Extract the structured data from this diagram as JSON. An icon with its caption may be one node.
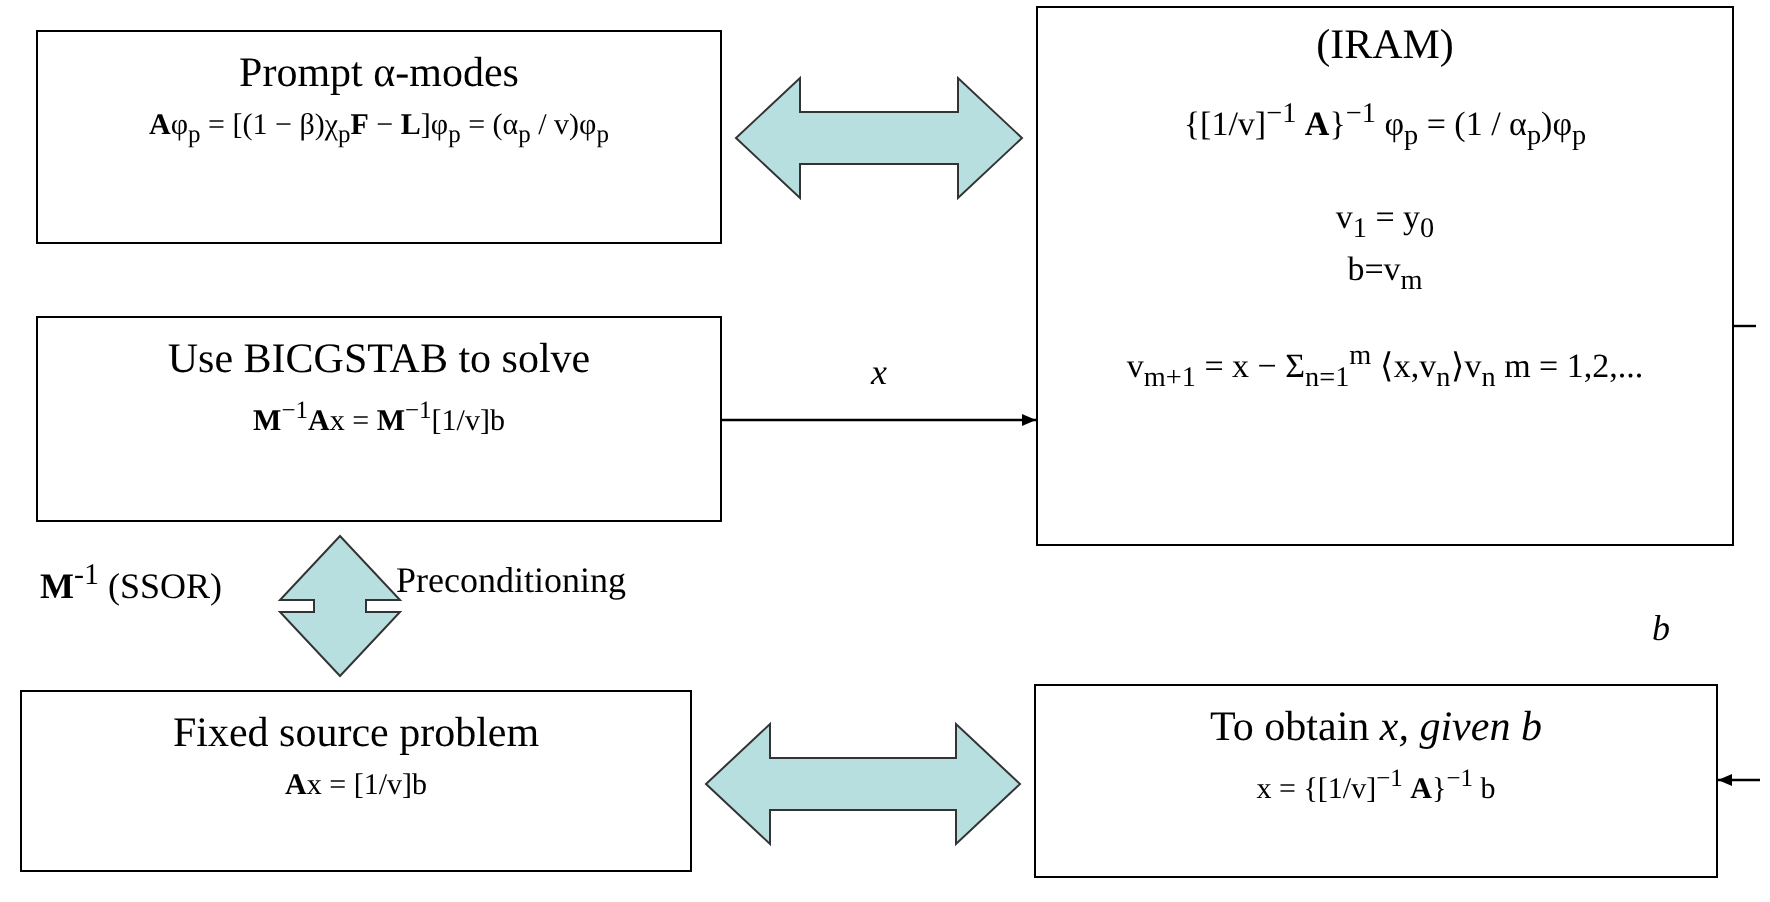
{
  "diagram": {
    "nodes": [
      {
        "text": [
          "Prompt α-modes",
          "**A**φ$_{p}$ = [(1 − β)χ$_{p}$**F** − **L**]φ$_{p}$ = (α$_{p}$ / v)φ$_{p}$"
        ]
      },
      {
        "text": [
          "(IRAM)",
          "{[1/v]$^{−1}$ **A**}$^{−1}$ φ$_{p}$ = (1 / α$_{p}$)φ$_{p}$",
          "v$_{1}$ = y$_{0}$",
          "b=v$_{m}$",
          "v$_{m+1}$ = x − Σ$_{n=1}$$^{m}$ ⟨x,v$_{n}$⟩v$_{n}$    m = 1,2,..."
        ]
      },
      {
        "text": [
          "Use BICGSTAB to solve",
          "**M**$^{−1}$**A**x = **M**$^{−1}$[1/v]b"
        ]
      },
      {
        "text": [
          "Fixed source problem",
          "**A**x = [1/v]b"
        ]
      },
      {
        "text": [
          "To obtain *x, given b*",
          "x = {[1/v]$^{−1}$ **A**}$^{−1}$ b"
        ]
      }
    ],
    "edges": [
      {
        "from": 0,
        "to": 1,
        "arrow": "both",
        "style": "thick",
        "color": "#b8dfe0"
      },
      {
        "from": 2,
        "to": 1,
        "arrow": "to",
        "label": "x"
      },
      {
        "from": 2,
        "to": 3,
        "arrow": "both",
        "style": "thick",
        "color": "#b8dfe0"
      },
      {
        "from": 3,
        "to": 4,
        "arrow": "both",
        "style": "thick",
        "color": "#b8dfe0"
      },
      {
        "from": 1,
        "to": null,
        "arrow": "none"
      },
      {
        "from": null,
        "to": 4,
        "arrow": "to"
      }
    ],
    "labels": [
      "**M**$^{-1}$ (SSOR)",
      "Preconditioning",
      "b"
    ]
  }
}
